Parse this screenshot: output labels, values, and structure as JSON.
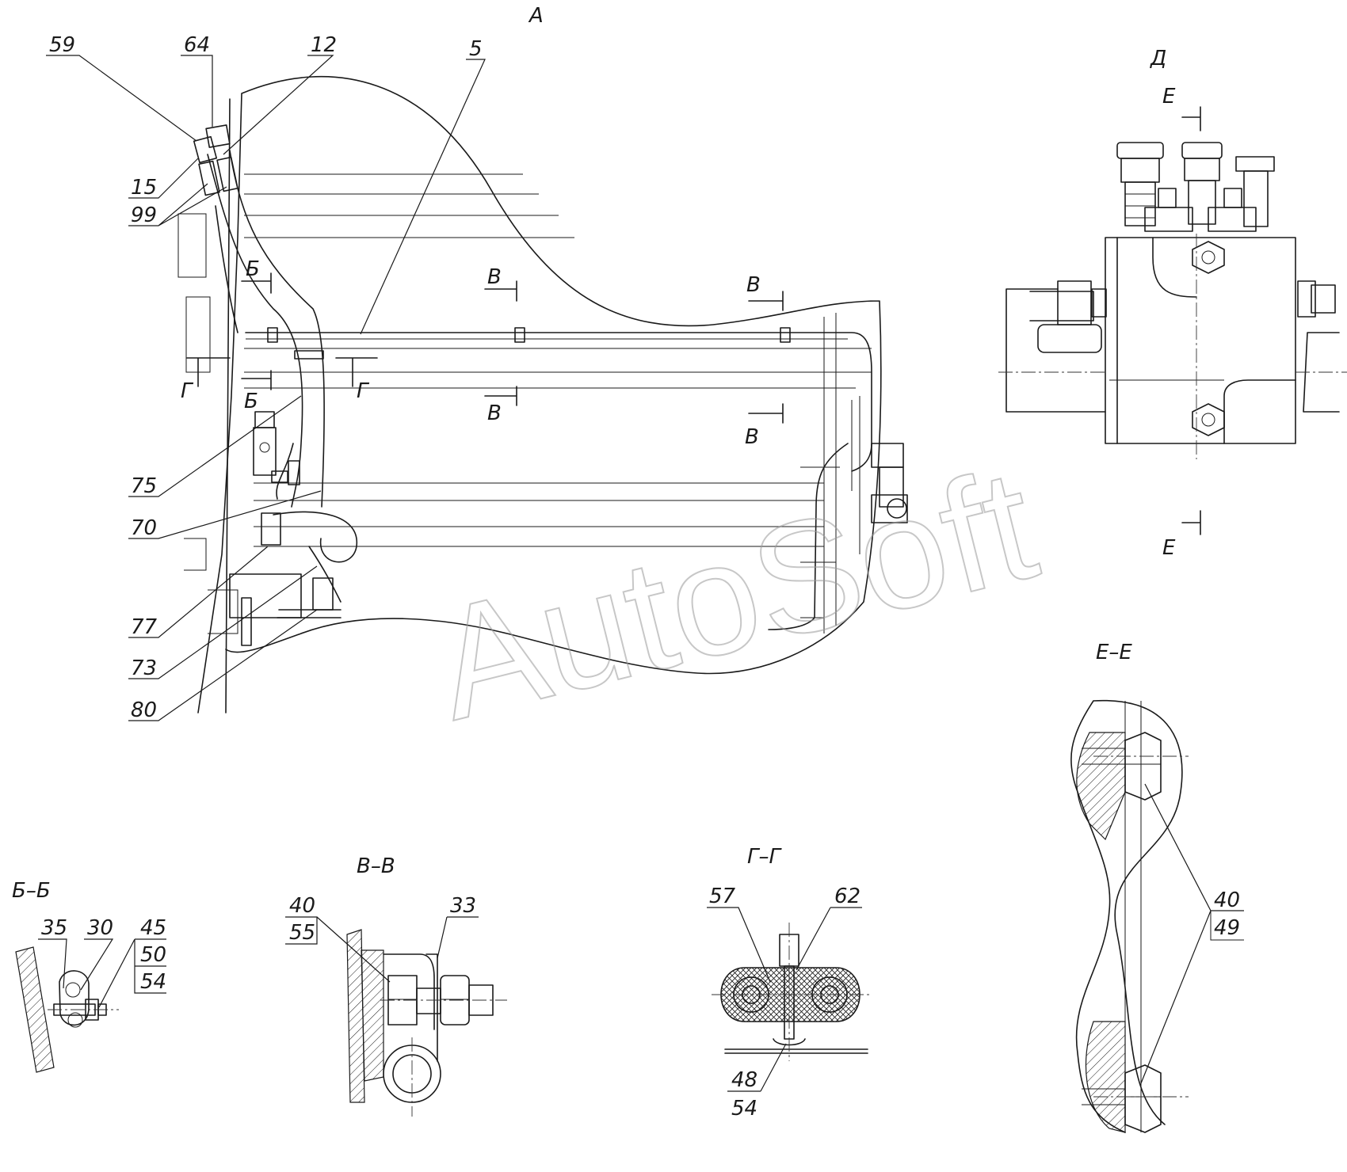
{
  "watermark": "AutoSoft",
  "views": {
    "main": "A",
    "detail_d": "Д",
    "section_ee": "Е–Е",
    "section_bb": "Б–Б",
    "section_vv": "В–В",
    "section_gg": "Г–Г"
  },
  "cut_marks": {
    "b": "Б",
    "v": "В",
    "g": "Г",
    "e": "Е"
  },
  "callouts": {
    "main": [
      "59",
      "64",
      "12",
      "5",
      "15",
      "99",
      "75",
      "70",
      "77",
      "73",
      "80"
    ],
    "bb": [
      "35",
      "30",
      "45",
      "50",
      "54"
    ],
    "vv": [
      "40",
      "55",
      "33"
    ],
    "gg": [
      "57",
      "62",
      "48",
      "54"
    ],
    "ee": [
      "40",
      "49"
    ]
  }
}
